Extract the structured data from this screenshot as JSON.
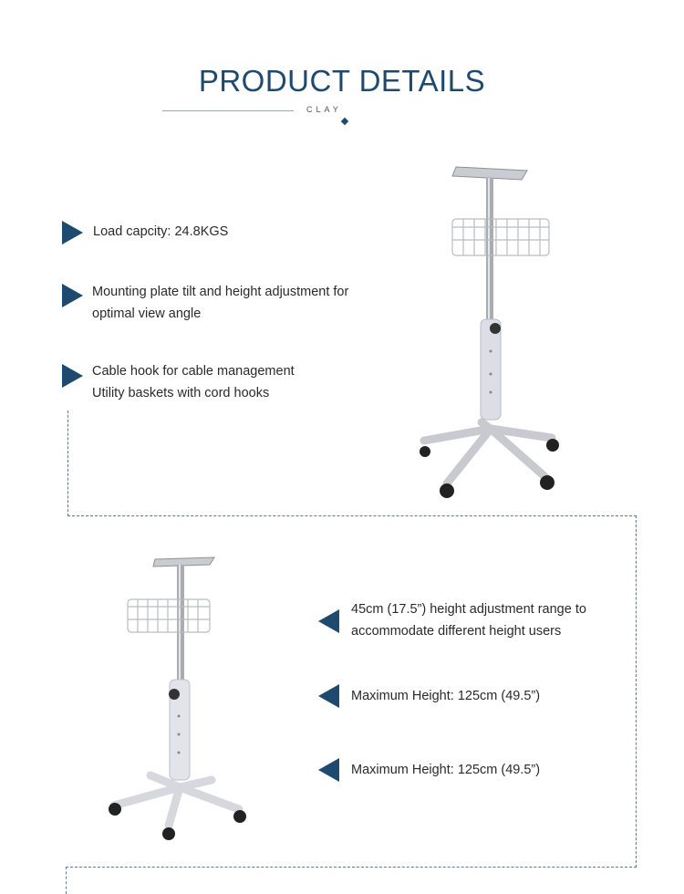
{
  "header": {
    "title": "PRODUCT DETAILS",
    "brand": "CLAY"
  },
  "section1": {
    "features": [
      {
        "lines": [
          "Load capcity: 24.8KGS"
        ]
      },
      {
        "lines": [
          "Mounting plate tilt and height adjustment for",
          "optimal view angle"
        ]
      },
      {
        "lines": [
          "Cable hook for cable management",
          "Utility baskets with cord hooks"
        ]
      }
    ]
  },
  "section2": {
    "features": [
      {
        "lines": [
          "45cm (17.5”) height adjustment range to",
          "accommodate different height users"
        ]
      },
      {
        "lines": [
          "Maximum Height: 125cm (49.5”)"
        ]
      },
      {
        "lines": [
          "Maximum Height: 125cm (49.5”)"
        ]
      }
    ]
  },
  "icons": {
    "bullet": "triangle-bullet-icon"
  },
  "colors": {
    "accent": "#1d4a6e",
    "dash": "#5b7a95"
  }
}
